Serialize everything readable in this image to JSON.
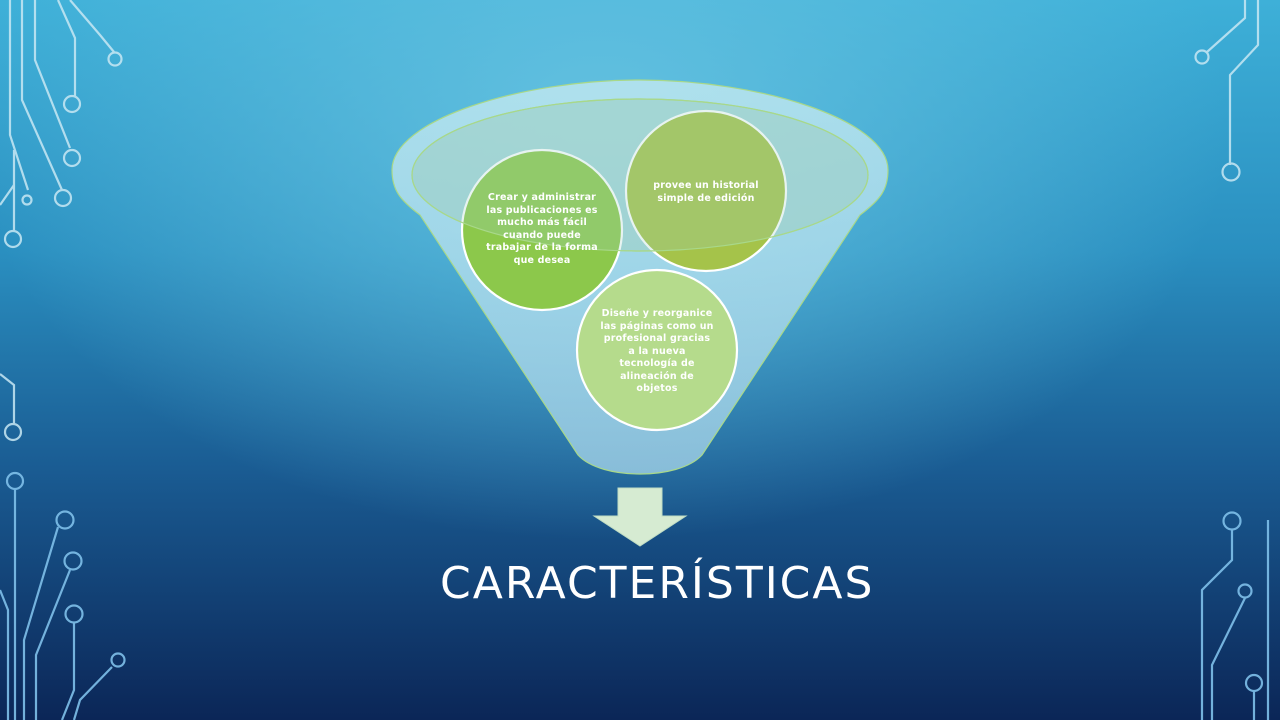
{
  "slide": {
    "title": "CARACTERÍSTICAS",
    "bubbles": [
      {
        "text": "Crear y administrar las publicaciones es mucho más fácil cuando puede trabajar de la forma que desea",
        "color": "#8cc84b"
      },
      {
        "text": "provee un historial simple de edición",
        "color": "#a5c34a"
      },
      {
        "text": "Diseñe y reorganice las páginas como un profesional gracias a la nueva tecnología de alineación de objetos",
        "color": "#b5db8c"
      }
    ],
    "arrow_color": "#d6ebd2",
    "decor_color": "#bfe4f2"
  }
}
